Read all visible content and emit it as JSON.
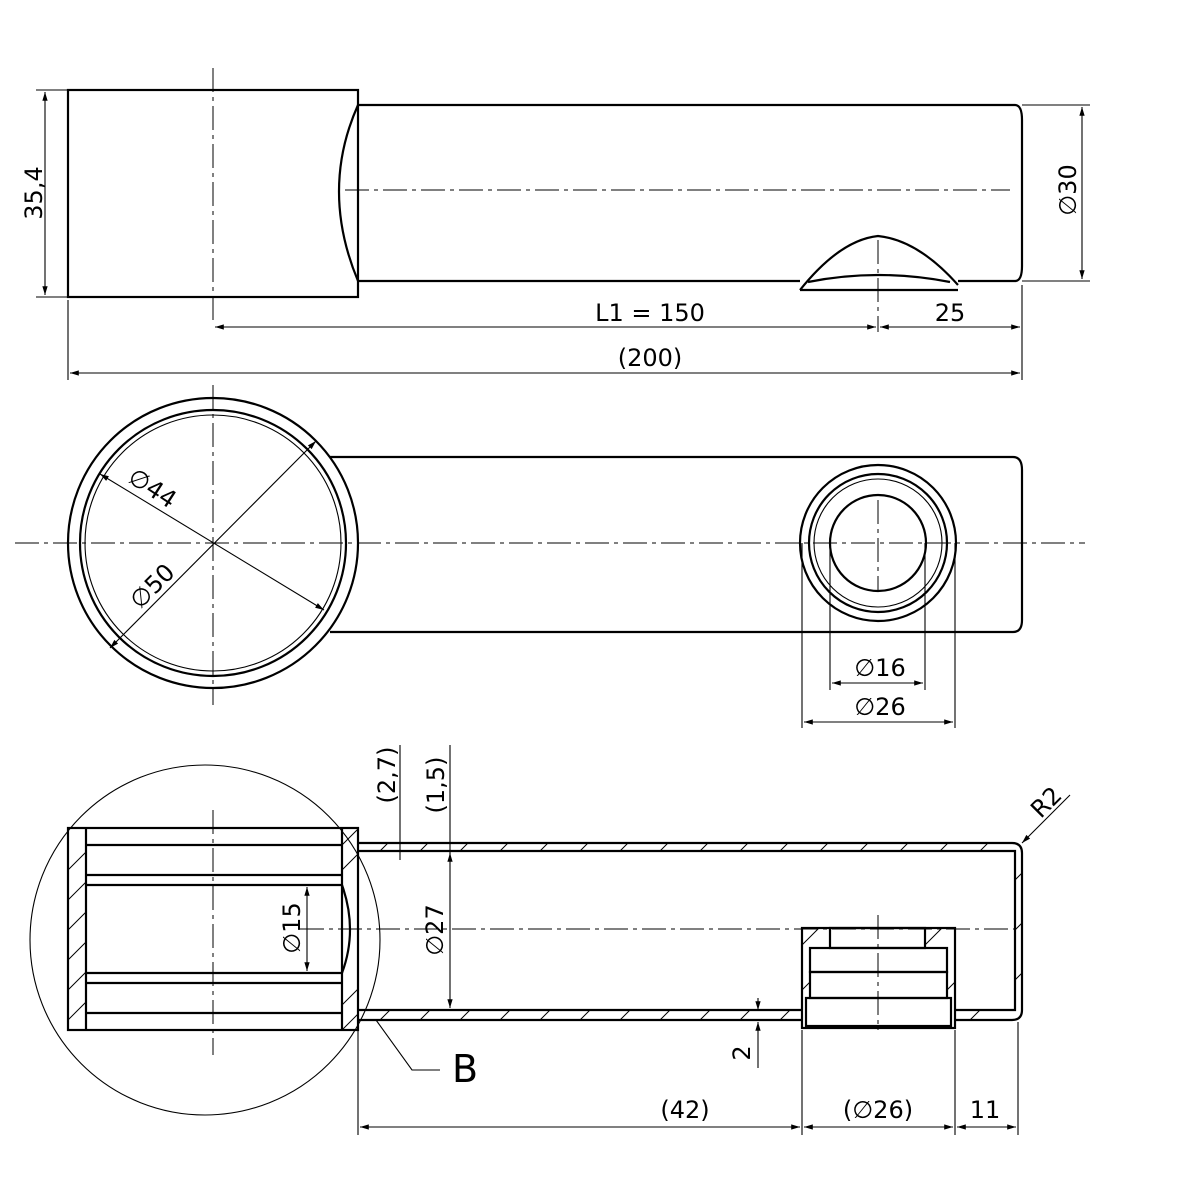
{
  "top_view": {
    "height": "35,4",
    "tube_diameter": "∅30",
    "l1": "L1 = 150",
    "end_offset": "25",
    "total_length": "(200)"
  },
  "plan_view": {
    "inner_diameter": "∅44",
    "outer_diameter": "∅50",
    "bore_diameter": "∅16",
    "boss_diameter": "∅26"
  },
  "section_view": {
    "wall_a": "(2,7)",
    "wall_b": "(1,5)",
    "radius": "R2",
    "detail_bore": "∅15",
    "tube_inner": "∅27",
    "boss_height": "2",
    "detail_label": "B",
    "dist_42": "(42)",
    "boss_width": "(∅26)",
    "end_11": "11"
  }
}
